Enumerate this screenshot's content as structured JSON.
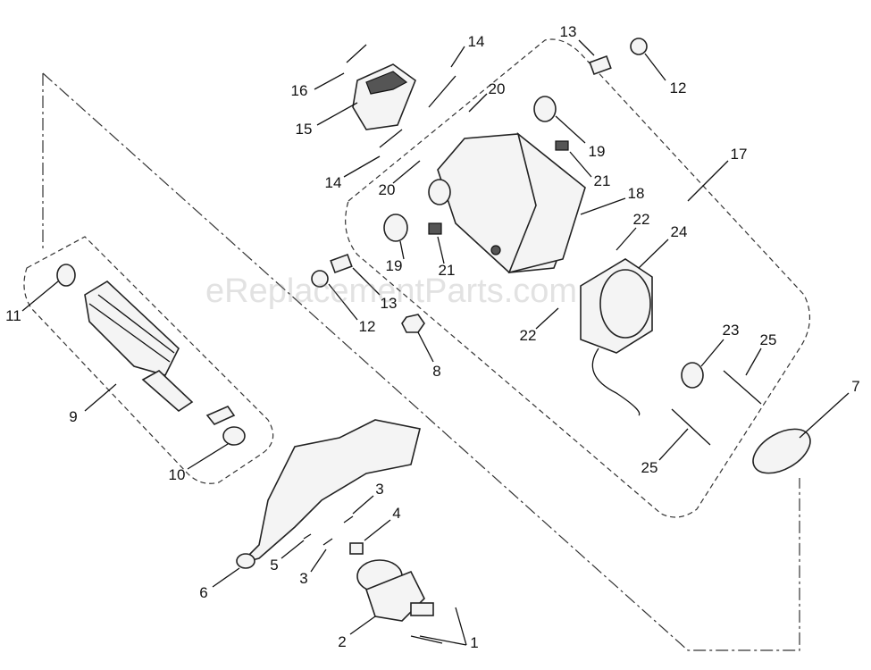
{
  "diagram": {
    "watermark": "eReplacementParts.com",
    "callouts": [
      {
        "id": "16",
        "label": "16"
      },
      {
        "id": "15",
        "label": "15"
      },
      {
        "id": "14a",
        "label": "14"
      },
      {
        "id": "20a",
        "label": "20"
      },
      {
        "id": "13a",
        "label": "13"
      },
      {
        "id": "12a",
        "label": "12"
      },
      {
        "id": "19a",
        "label": "19"
      },
      {
        "id": "21a",
        "label": "21"
      },
      {
        "id": "17",
        "label": "17"
      },
      {
        "id": "14b",
        "label": "14"
      },
      {
        "id": "20b",
        "label": "20"
      },
      {
        "id": "18",
        "label": "18"
      },
      {
        "id": "22a",
        "label": "22"
      },
      {
        "id": "24",
        "label": "24"
      },
      {
        "id": "19b",
        "label": "19"
      },
      {
        "id": "21b",
        "label": "21"
      },
      {
        "id": "13b",
        "label": "13"
      },
      {
        "id": "12b",
        "label": "12"
      },
      {
        "id": "22b",
        "label": "22"
      },
      {
        "id": "23",
        "label": "23"
      },
      {
        "id": "25a",
        "label": "25"
      },
      {
        "id": "8",
        "label": "8"
      },
      {
        "id": "11",
        "label": "11"
      },
      {
        "id": "9",
        "label": "9"
      },
      {
        "id": "10",
        "label": "10"
      },
      {
        "id": "7",
        "label": "7"
      },
      {
        "id": "25b",
        "label": "25"
      },
      {
        "id": "3a",
        "label": "3"
      },
      {
        "id": "4",
        "label": "4"
      },
      {
        "id": "5",
        "label": "5"
      },
      {
        "id": "3b",
        "label": "3"
      },
      {
        "id": "6",
        "label": "6"
      },
      {
        "id": "2",
        "label": "2"
      },
      {
        "id": "1",
        "label": "1"
      }
    ]
  }
}
